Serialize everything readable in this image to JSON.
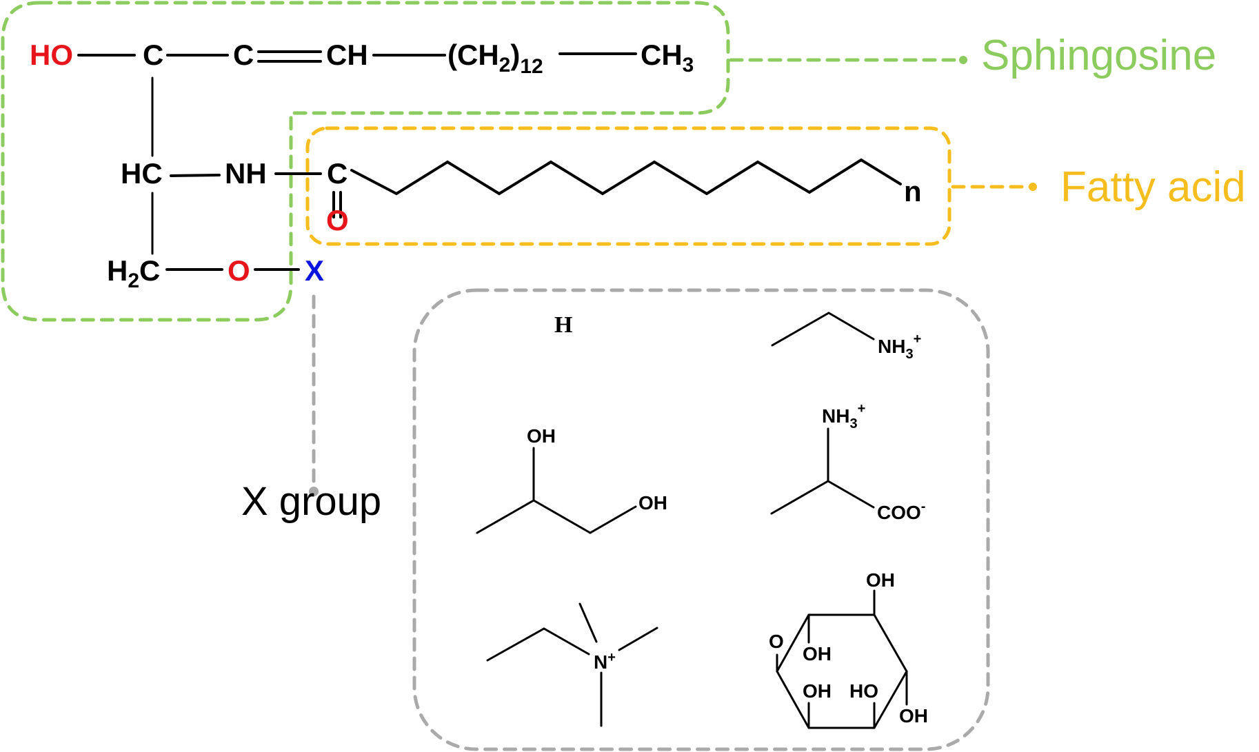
{
  "title": "Sphingolipid general structure with X group substituents",
  "colors": {
    "sphingosine": "#8ccb5e",
    "fatty_acid": "#f5be1e",
    "x_group": "#aaaaaa",
    "oxygen": "#e8141b",
    "x_atom": "#0a14e0"
  },
  "backbone": {
    "ho": "HO",
    "c1": "C",
    "c2": "C",
    "ch": "CH",
    "ch2_paren_open": "(CH",
    "ch2_sub": "2",
    "ch2_paren_close": ")",
    "ch2_count": "12",
    "ch3_main": "CH",
    "ch3_sub": "3",
    "hc": "HC",
    "nh": "NH",
    "carbonyl_c": "C",
    "carbonyl_o": "O",
    "chain_end": "n",
    "h2c_h": "H",
    "h2c_sub": "2",
    "h2c_c": "C",
    "ester_o": "O",
    "x": "X"
  },
  "labels": {
    "sphingosine": "Sphingosine",
    "fatty_acid": "Fatty acid",
    "x_group": "X group"
  },
  "x_groups": {
    "hydrogen": {
      "h": "H"
    },
    "ethanolamine": {
      "nh": "NH",
      "sub": "3",
      "charge": "+"
    },
    "glycerol": {
      "oh1": "OH",
      "oh2": "OH"
    },
    "serine": {
      "nh": "NH",
      "sub": "3",
      "charge": "+",
      "coo": "COO",
      "coo_charge": "-"
    },
    "choline": {
      "n": "N",
      "charge": "+"
    },
    "inositol": {
      "oh_top": "OH",
      "o_left": "O",
      "oh_inner_top": "OH",
      "oh_inner_bl": "OH",
      "ho_inner_br": "HO",
      "oh_right": "OH"
    }
  }
}
